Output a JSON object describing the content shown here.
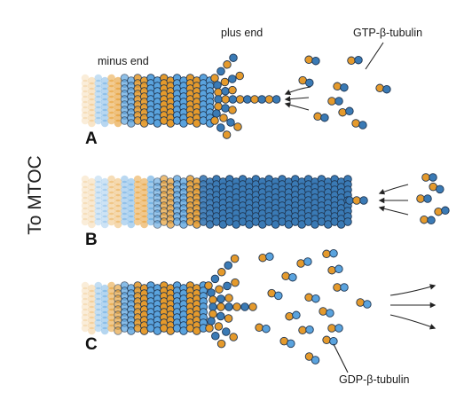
{
  "labels": {
    "side": "To MTOC",
    "minus_end": "minus end",
    "plus_end": "plus end",
    "gtp": "GTP-β-tubulin",
    "gdp": "GDP-β-tubulin",
    "panel_a": "A",
    "panel_b": "B",
    "panel_c": "C"
  },
  "colors": {
    "orange": "#e59a2c",
    "blue": "#3a7ab5",
    "light_blue": "#5aa3de",
    "outline": "#1f3550"
  }
}
